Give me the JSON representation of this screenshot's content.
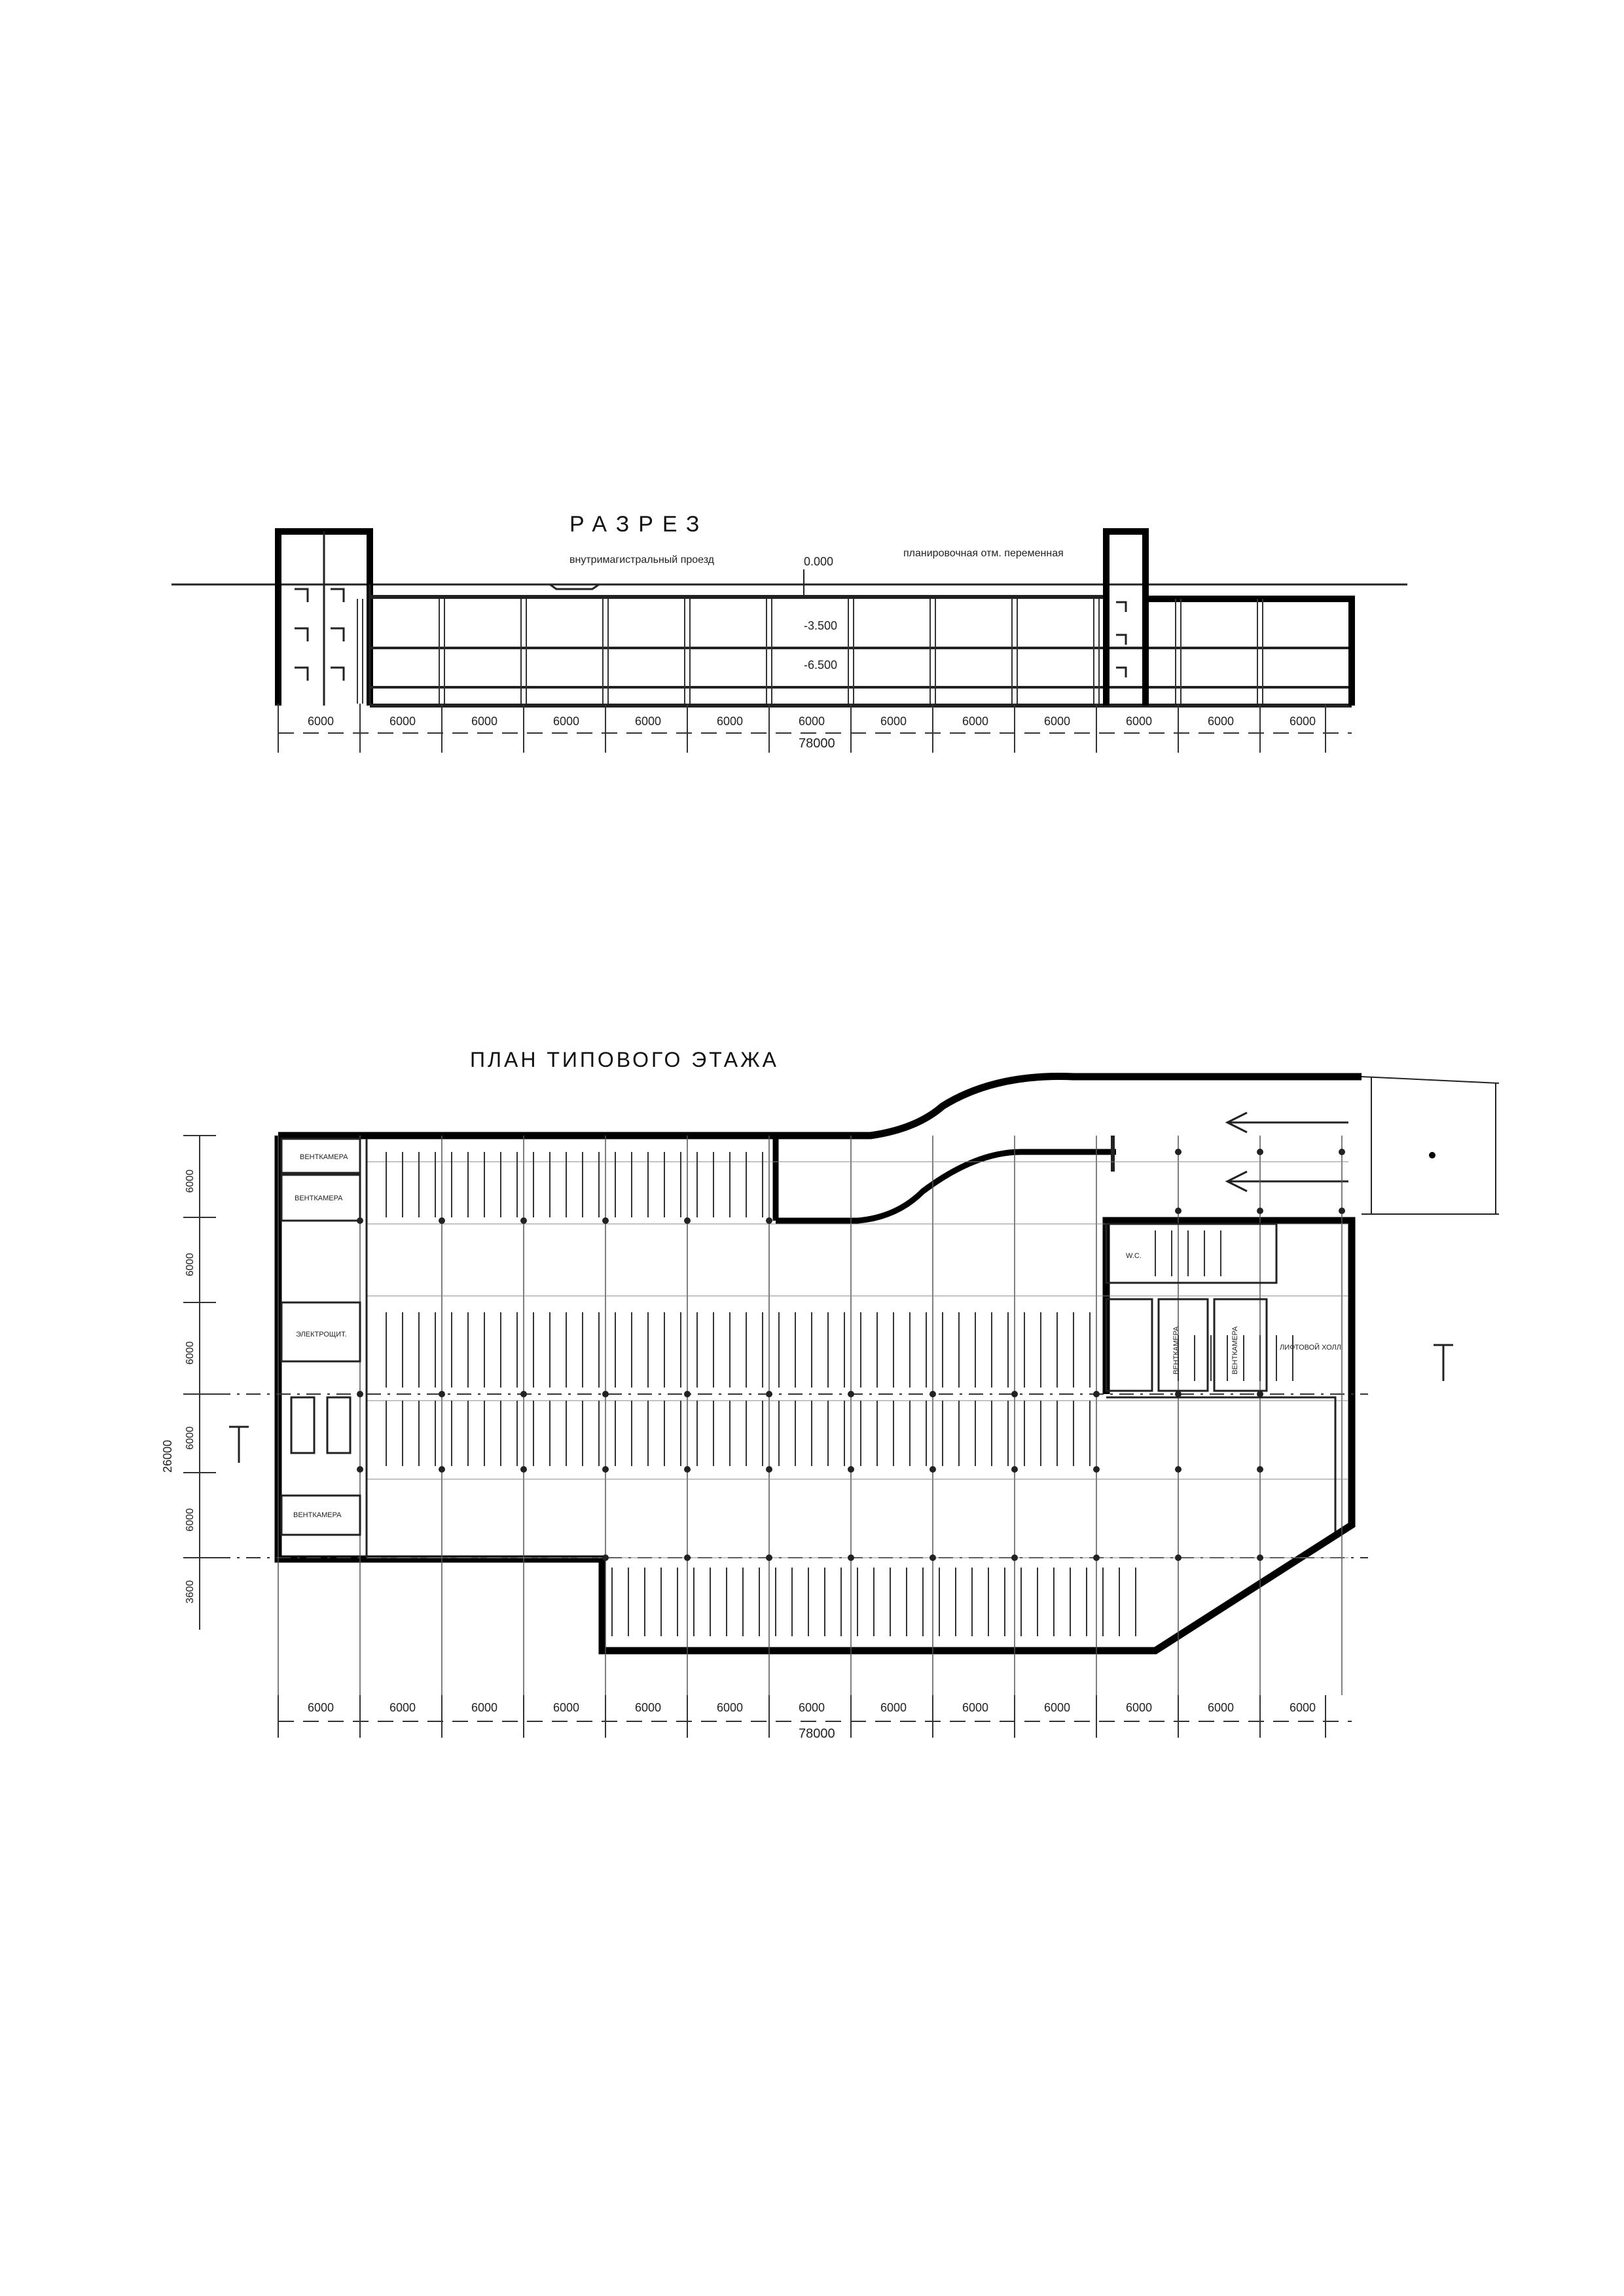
{
  "section": {
    "title": "РАЗРЕЗ",
    "label_road": "внутримагистральный проезд",
    "label_grade": "планировочная отм. переменная",
    "levels": [
      "0.000",
      "-3.500",
      "-6.500"
    ],
    "spans": [
      "6000",
      "6000",
      "6000",
      "6000",
      "6000",
      "6000",
      "6000",
      "6000",
      "6000",
      "6000",
      "6000",
      "6000",
      "6000"
    ],
    "total": "78000"
  },
  "plan": {
    "title": "ПЛАН ТИПОВОГО ЭТАЖА",
    "rooms": {
      "vent_top": "ВЕНТКАМЕРА",
      "vent_upper": "ВЕНТКАМЕРА",
      "electro": "ЭЛЕКТРОЩИТ.",
      "vent_lower": "ВЕНТКАМЕРА",
      "wc": "W.C.",
      "vent_right_1": "ВЕНТКАМЕРА",
      "vent_right_2": "ВЕНТКАМЕРА",
      "lift_hall": "ЛИФТОВОЙ ХОЛЛ"
    },
    "left_dims": [
      "6000",
      "6000",
      "6000",
      "6000",
      "6000",
      "3600"
    ],
    "left_total": "26000",
    "spans": [
      "6000",
      "6000",
      "6000",
      "6000",
      "6000",
      "6000",
      "6000",
      "6000",
      "6000",
      "6000",
      "6000",
      "6000",
      "6000"
    ],
    "total": "78000"
  }
}
